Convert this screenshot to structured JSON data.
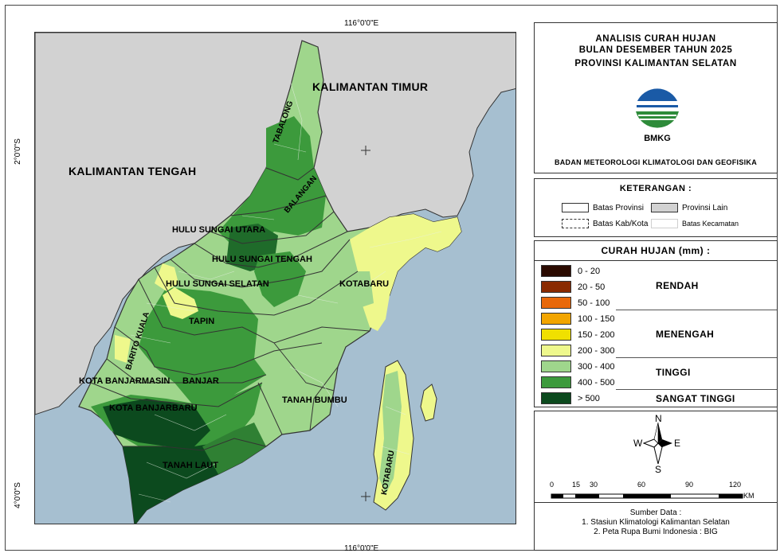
{
  "coords": {
    "lon_top": "116°0'0\"E",
    "lon_bottom": "116°0'0\"E",
    "lat_2_left": "2°0'0\"S",
    "lat_2_right": "2°0'0\"S",
    "lat_4_left": "4°0'0\"S",
    "lat_4_right": "4°0'0\"S"
  },
  "map_labels": {
    "kaltim": "KALIMANTAN TIMUR",
    "kalteng": "KALIMANTAN TENGAH",
    "tabalong": "TABALONG",
    "balangan": "BALANGAN",
    "hsu": "HULU SUNGAI UTARA",
    "hst": "HULU SUNGAI TENGAH",
    "hss": "HULU SUNGAI SELATAN",
    "tapin": "TAPIN",
    "batola": "BARITO KUALA",
    "kotabaru1": "KOTABARU",
    "kotabaru2": "KOTABARU",
    "banjarmasin": "KOTA BANJARMASIN",
    "banjar": "BANJAR",
    "banjarbaru": "KOTA BANJARBARU",
    "tanahbumbu": "TANAH BUMBU",
    "tanahlaut": "TANAH LAUT"
  },
  "title": {
    "line1": "ANALISIS CURAH HUJAN",
    "line2": "BULAN DESEMBER TAHUN 2025",
    "line3": "PROVINSI KALIMANTAN SELATAN",
    "logo_text": "BMKG",
    "agency": "BADAN METEOROLOGI KLIMATOLOGI DAN GEOFISIKA"
  },
  "legend": {
    "title": "KETERANGAN :",
    "batas_provinsi": "Batas Provinsi",
    "provinsi_lain": "Provinsi Lain",
    "batas_kabkota": "Batas Kab/Kota",
    "batas_kecamatan": "Batas Kecamatan"
  },
  "rain": {
    "title": "CURAH HUJAN (mm) :",
    "classes": [
      {
        "label": "0 - 20",
        "color": "#2b0a00"
      },
      {
        "label": "20 - 50",
        "color": "#8a2a00"
      },
      {
        "label": "50 - 100",
        "color": "#e8680a"
      },
      {
        "label": "100 - 150",
        "color": "#f2a500"
      },
      {
        "label": "150  - 200",
        "color": "#f0e000"
      },
      {
        "label": "200 - 300",
        "color": "#eef88c"
      },
      {
        "label": "300 - 400",
        "color": "#9fd68c"
      },
      {
        "label": "400 - 500",
        "color": "#3c9a3c"
      },
      {
        "label": "> 500",
        "color": "#0c4a1e"
      }
    ],
    "cat_rendah": "RENDAH",
    "cat_menengah": "MENENGAH",
    "cat_tinggi": "TINGGI",
    "cat_sangat": "SANGAT TINGGI"
  },
  "north": {
    "n": "N",
    "s": "S",
    "e": "E",
    "w": "W"
  },
  "scale": {
    "t0": "0",
    "t1": "15",
    "t2": "30",
    "t3": "60",
    "t4": "90",
    "t5": "120",
    "unit": "KM"
  },
  "source": {
    "title": "Sumber Data :",
    "line1": "1. Stasiun Klimatologi Kalimantan Selatan",
    "line2": "2. Peta Rupa Bumi Indonesia : BIG"
  },
  "colors": {
    "sea": "#a6bfd0",
    "other_province": "#d2d2d2",
    "boundary": "#333333"
  }
}
